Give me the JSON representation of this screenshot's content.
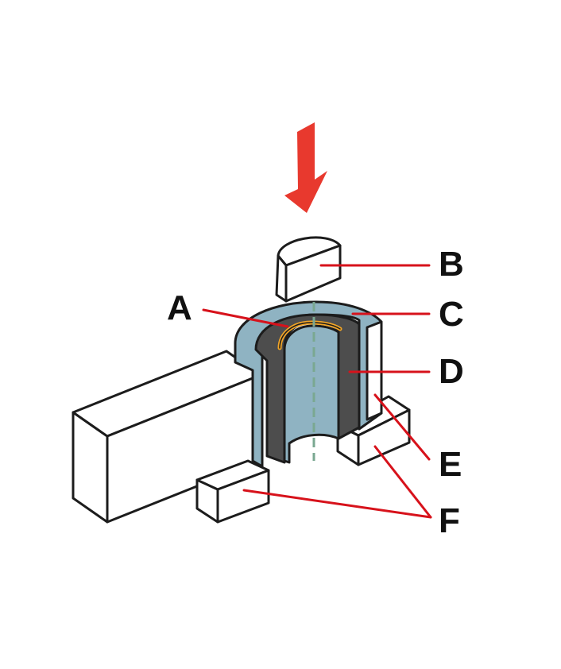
{
  "labels": {
    "a": "A",
    "b": "B",
    "c": "C",
    "d": "D",
    "e": "E",
    "f": "F"
  },
  "colors": {
    "arrow": "#e8392e",
    "leader": "#d7121b",
    "outline": "#1c1c1c",
    "blue_gray": "#8fb3c2",
    "dark_gray": "#4d4d4d",
    "orange_ring": "#f2a526",
    "axis": "#7aa891",
    "white": "#ffffff"
  },
  "icons": {
    "arrow": "down-arrow-icon"
  }
}
